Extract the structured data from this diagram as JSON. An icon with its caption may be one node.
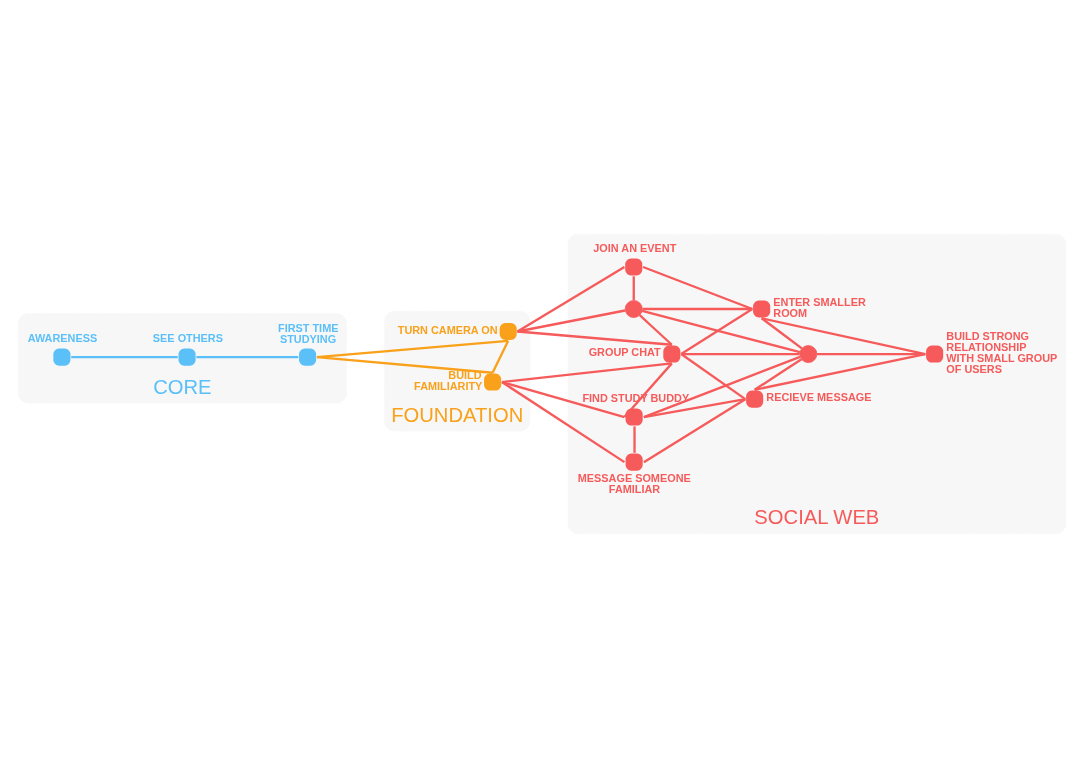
{
  "diagram": {
    "nodes": [
      {
        "text": [
          "CORE"
        ]
      },
      {
        "text": [
          "FOUNDATION"
        ]
      },
      {
        "text": [
          "SOCIAL WEB"
        ]
      },
      {
        "text": [],
        "shape": "circle",
        "in": 0,
        "beside": [
          "AWARENESS"
        ]
      },
      {
        "text": [],
        "shape": "circle",
        "in": 0,
        "beside": [
          "SEE OTHERS"
        ]
      },
      {
        "text": [],
        "shape": "circle",
        "in": 0,
        "beside": [
          "FIRST TIME STUDYING"
        ]
      },
      {
        "text": [],
        "shape": "circle",
        "in": 1,
        "beside": [
          "BUILD FAMILIARITY"
        ]
      },
      {
        "text": [],
        "shape": "circle",
        "in": 1,
        "beside": [
          "TURN CAMERA ON"
        ]
      },
      {
        "text": [],
        "shape": "circle",
        "in": 2,
        "beside": [
          "MESSAGE SOMEONE FAMILIAR"
        ]
      },
      {
        "text": [],
        "shape": "circle",
        "in": 2,
        "beside": [
          "FIND STUDY BUDDY"
        ]
      },
      {
        "text": [],
        "shape": "circle",
        "in": 2,
        "beside": [
          "RECIEVE MESSAGE"
        ]
      },
      {
        "text": [],
        "shape": "circle",
        "in": 2,
        "beside": [
          "GROUP CHAT"
        ]
      },
      {
        "text": [],
        "shape": "circle",
        "in": 2
      },
      {
        "text": [],
        "shape": "circle",
        "in": 2,
        "beside": [
          "BUILD STRONG RELATIONSHIP WITH SMALL GROUP OF USERS"
        ]
      },
      {
        "text": [],
        "shape": "circle",
        "in": 2
      },
      {
        "text": [],
        "shape": "circle",
        "in": 2,
        "beside": [
          "ENTER SMALLER ROOM"
        ]
      },
      {
        "text": [],
        "shape": "circle",
        "in": 2,
        "beside": [
          "JOIN AN EVENT"
        ]
      }
    ],
    "edges": [
      {
        "from": 3,
        "to": 4,
        "arrow": "none",
        "color": "#5bc0f8"
      },
      {
        "from": 4,
        "to": 5,
        "arrow": "none",
        "color": "#5bc0f8"
      },
      {
        "from": 5,
        "to": 6,
        "arrow": "none",
        "color": "#f9a11b"
      },
      {
        "from": 5,
        "to": 7,
        "arrow": "none",
        "color": "#f9a11b"
      },
      {
        "from": 6,
        "to": 7,
        "arrow": "none",
        "color": "#f9a11b"
      },
      {
        "from": 6,
        "to": 8,
        "arrow": "none"
      },
      {
        "from": 6,
        "to": 9,
        "arrow": "none"
      },
      {
        "from": 6,
        "to": 11,
        "arrow": "none"
      },
      {
        "from": 8,
        "to": 9,
        "arrow": "none"
      },
      {
        "from": 8,
        "to": 10,
        "arrow": "none"
      },
      {
        "from": 9,
        "to": 10,
        "arrow": "none"
      },
      {
        "from": 9,
        "to": 11,
        "arrow": "none"
      },
      {
        "from": 9,
        "to": 12,
        "arrow": "none"
      },
      {
        "from": 10,
        "to": 11,
        "arrow": "none"
      },
      {
        "from": 10,
        "to": 12,
        "arrow": "none"
      },
      {
        "from": 10,
        "to": 13,
        "arrow": "none"
      },
      {
        "from": 11,
        "to": 12,
        "arrow": "none"
      },
      {
        "from": 12,
        "to": 13,
        "arrow": "none"
      },
      {
        "from": 7,
        "to": 11,
        "arrow": "none"
      },
      {
        "from": 11,
        "to": 14,
        "arrow": "none"
      },
      {
        "from": 11,
        "to": 15,
        "arrow": "none"
      },
      {
        "from": 12,
        "to": 14,
        "arrow": "none"
      },
      {
        "from": 12,
        "to": 15,
        "arrow": "none"
      },
      {
        "from": 13,
        "to": 15,
        "arrow": "none"
      },
      {
        "from": 7,
        "to": 14,
        "arrow": "none"
      },
      {
        "from": 14,
        "to": 15,
        "arrow": "none"
      },
      {
        "from": 7,
        "to": 16,
        "arrow": "none"
      },
      {
        "from": 14,
        "to": 16,
        "arrow": "none"
      },
      {
        "from": 15,
        "to": 16,
        "arrow": "none"
      }
    ]
  }
}
